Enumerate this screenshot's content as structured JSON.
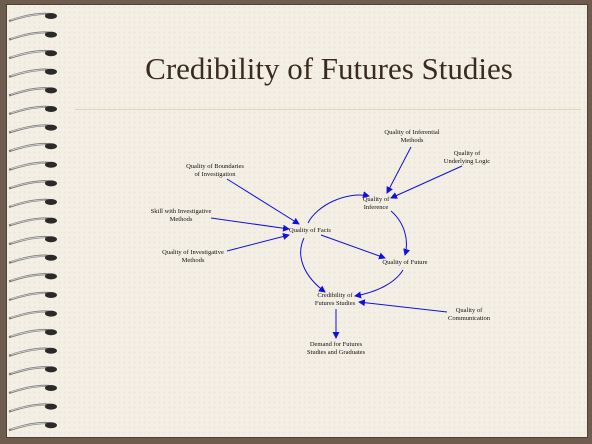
{
  "slide": {
    "title": "Credibility of Futures Studies"
  },
  "diagram": {
    "nodes": {
      "quality_of_inferential_methods": "Quality of Inferential\nMethods",
      "quality_of_underlying_logic": "Quality of\nUnderlying Logic",
      "quality_of_boundaries": "Quality of Boundaries\nof Investigation",
      "quality_of_inference": "Quality of\nInference",
      "skill_with_investigative_methods": "Skill with Investigative\nMethods",
      "quality_of_facts": "Quality of Facts",
      "quality_of_investigative_methods": "Quality of Investigative\nMethods",
      "quality_of_future": "Quality of Future",
      "credibility_of_futures_studies": "Credibility of\nFutures Studies",
      "quality_of_communication": "Quality of\nCommunication",
      "demand_for_futures_studies": "Demand for Futures\nStudies and Graduates"
    },
    "edges": [
      {
        "from": "quality_of_inferential_methods",
        "to": "quality_of_inference"
      },
      {
        "from": "quality_of_underlying_logic",
        "to": "quality_of_inference"
      },
      {
        "from": "quality_of_boundaries",
        "to": "quality_of_facts"
      },
      {
        "from": "skill_with_investigative_methods",
        "to": "quality_of_facts"
      },
      {
        "from": "quality_of_investigative_methods",
        "to": "quality_of_facts"
      },
      {
        "from": "quality_of_facts",
        "to": "quality_of_inference"
      },
      {
        "from": "quality_of_facts",
        "to": "quality_of_future"
      },
      {
        "from": "quality_of_facts",
        "to": "credibility_of_futures_studies"
      },
      {
        "from": "quality_of_inference",
        "to": "quality_of_future"
      },
      {
        "from": "quality_of_future",
        "to": "credibility_of_futures_studies"
      },
      {
        "from": "quality_of_communication",
        "to": "credibility_of_futures_studies"
      },
      {
        "from": "credibility_of_futures_studies",
        "to": "demand_for_futures_studies"
      }
    ],
    "edge_color": "#1010e0"
  }
}
